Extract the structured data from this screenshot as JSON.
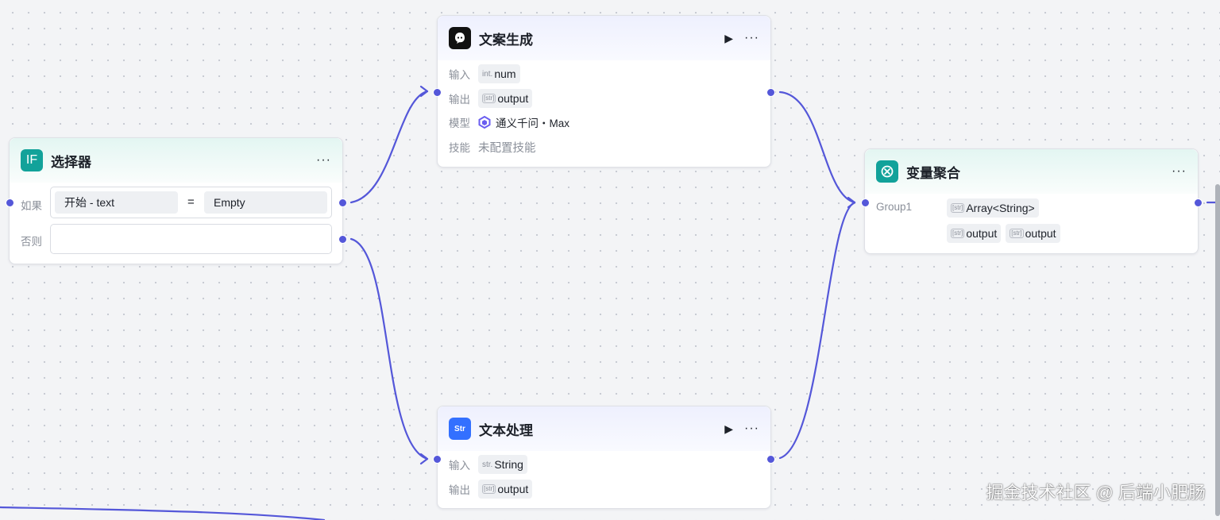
{
  "colors": {
    "edge": "#5457d9",
    "canvas": "#f3f4f6"
  },
  "selector_node": {
    "title": "选择器",
    "icon": "if-icon",
    "icon_text": "IF",
    "icon_color": "#12a29a",
    "more": "···",
    "if_label": "如果",
    "else_label": "否则",
    "condition": {
      "left": "开始 - text",
      "operator": "=",
      "right": "Empty"
    }
  },
  "copy_node": {
    "title": "文案生成",
    "icon": "llm-robot-icon",
    "icon_color": "#111111",
    "more": "···",
    "input_label": "输入",
    "input_type": "int.",
    "input_name": "num",
    "output_label": "输出",
    "output_type": "[str]",
    "output_name": "output",
    "model_label": "模型",
    "model_value": "通义千问・Max",
    "skill_label": "技能",
    "skill_value": "未配置技能"
  },
  "text_node": {
    "title": "文本处理",
    "icon": "text-process-icon",
    "icon_text": "Str",
    "icon_color": "#3370ff",
    "more": "···",
    "input_label": "输入",
    "input_type": "str.",
    "input_name": "String",
    "output_label": "输出",
    "output_type": "[str]",
    "output_name": "output"
  },
  "aggregate_node": {
    "title": "变量聚合",
    "icon": "aggregate-icon",
    "icon_color": "#12a29a",
    "more": "···",
    "group_label": "Group1",
    "group_type": "[str]",
    "group_value": "Array<String>",
    "vars": [
      {
        "type": "[str]",
        "name": "output"
      },
      {
        "type": "[str]",
        "name": "output"
      }
    ]
  },
  "watermark": "掘金技术社区 @ 后端小肥肠"
}
